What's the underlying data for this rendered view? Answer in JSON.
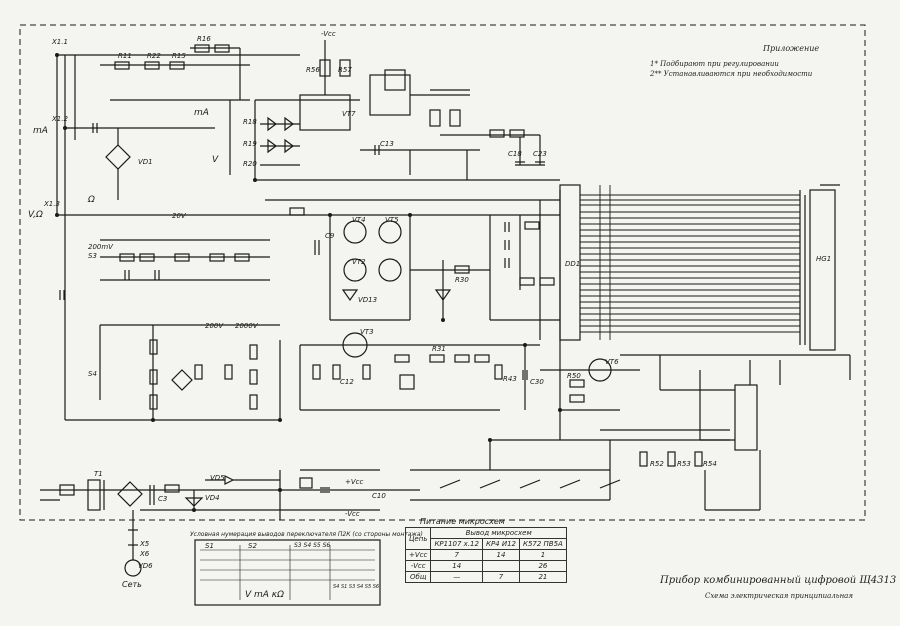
{
  "notes": {
    "heading": "Приложение",
    "note1": "1* Подбирают при регулировании",
    "note2": "2** Устанавливаются при необходимости"
  },
  "title": {
    "main": "Прибор комбинированный цифровой Щ4313",
    "sub": "Схема электрическая принципиальная"
  },
  "sockets": {
    "x1": "Х1.1",
    "x2": "Х1.2",
    "x3": "Х1.3",
    "v_omega": "V,Ω",
    "ma": "mA",
    "network": "Сеть"
  },
  "supply": {
    "vcc_top": "-Vcc",
    "vcc_plus": "+Vcc",
    "vcc_minus": "-Vcc"
  },
  "labels": {
    "r11": "R11",
    "r22": "R22",
    "r15": "R15",
    "r16": "R16",
    "r18": "R18",
    "r19": "R19",
    "r20": "R20",
    "r56": "R56",
    "r57": "R57",
    "vt7": "VT7",
    "vt3": "VT3",
    "vt4": "VT4",
    "vt5": "VT5",
    "vt6": "VT6",
    "vt2": "VT2",
    "vd1": "VD1",
    "vd13": "VD13",
    "vd4": "VD4",
    "vd5": "VD5",
    "r30": "R30",
    "r31": "R31",
    "r43": "R43",
    "r50": "R50",
    "r52": "R52",
    "r53": "R53",
    "r54": "R54",
    "c9": "C9",
    "c13": "C13",
    "c18": "C18",
    "c23": "C23",
    "c30": "C30",
    "c12": "C12",
    "c3": "C3",
    "c10": "C10",
    "s1": "S1",
    "s2": "S2",
    "s3": "S3",
    "s4": "S4",
    "s5": "S5",
    "k200mv": "200mV",
    "k20v": "20V",
    "k200v": "200V",
    "k2000v": "2000V",
    "v": "V",
    "ma2": "mA",
    "omega": "Ω",
    "dd1": "DD1",
    "hl1": "HG1",
    "x5": "X5",
    "x6": "X6",
    "t1": "T1",
    "vd6": "VD6"
  },
  "table": {
    "title": "Питание микросхем",
    "headers": [
      "Цепь",
      "Вывод микросхем"
    ],
    "subheaders": [
      "",
      "КР1107 х.12",
      "КР4 И12",
      "К572 ПВ5А"
    ],
    "rows": [
      [
        "+Vcc",
        "7",
        "14",
        "1"
      ],
      [
        "-Vcc",
        "14",
        "",
        "26"
      ],
      [
        "Общ",
        "—",
        "7",
        "21"
      ]
    ]
  },
  "switch_table": {
    "title": "Условная нумерация выводов переключателя П2К (со стороны монтажа)",
    "cols": [
      "S1",
      "S2",
      "S3 S4 S5 S6",
      "S4 S1 S3 S4 S5 S6"
    ],
    "foot": [
      "V  mA  κΩ"
    ]
  }
}
